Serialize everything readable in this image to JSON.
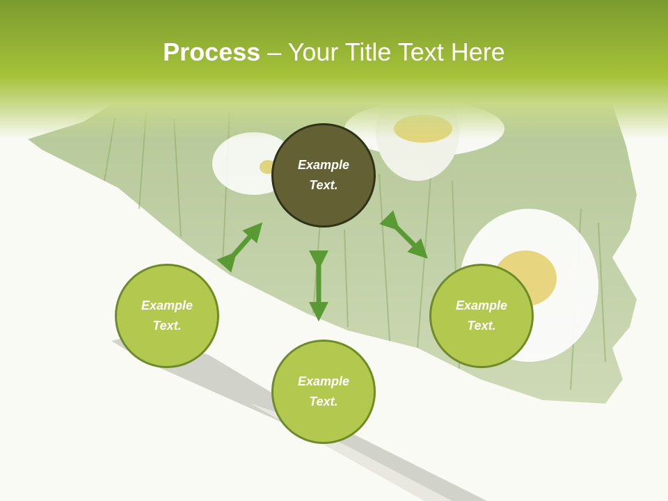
{
  "slide": {
    "title_bold": "Process",
    "title_rest": " – Your Title Text Here"
  },
  "nodes": {
    "top": "Example Text.",
    "left": "Example Text.",
    "right": "Example Text.",
    "bottom": "Example Text."
  },
  "colors": {
    "header_green": "#a6c23a",
    "node_dark": "#636033",
    "node_light": "#b3c84e",
    "arrow": "#5a9a34"
  }
}
